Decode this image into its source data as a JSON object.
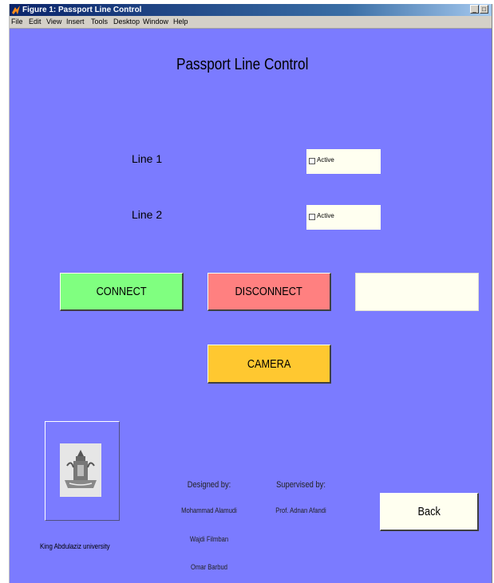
{
  "window": {
    "title": "Figure 1: Passport Line Control",
    "minimize": "_",
    "restore": "□"
  },
  "menu": [
    "File",
    "Edit",
    "View",
    "Insert",
    "Tools",
    "Desktop",
    "Window",
    "Help"
  ],
  "page": {
    "heading": "Passport Line Control"
  },
  "lines": [
    {
      "label": "Line 1",
      "checkbox_label": "Active",
      "checked": false
    },
    {
      "label": "Line 2",
      "checkbox_label": "Active",
      "checked": false
    }
  ],
  "buttons": {
    "connect": "CONNECT",
    "disconnect": "DISCONNECT",
    "camera": "CAMERA",
    "back": "Back"
  },
  "status": {
    "text": ""
  },
  "colors": {
    "background": "#7b7bff",
    "connect": "#80ff80",
    "disconnect": "#ff8080",
    "camera": "#ffc830",
    "panel": "#fffff0"
  },
  "footer": {
    "logo_icon": "university-logo",
    "university": "King Abdulaziz university",
    "designed_label": "Designed by:",
    "designers": [
      "Mohammad Alamudi",
      "Wajdi Filmban",
      "Omar Barbud"
    ],
    "supervised_label": "Supervised by:",
    "supervisor": "Prof. Adnan Afandi"
  }
}
